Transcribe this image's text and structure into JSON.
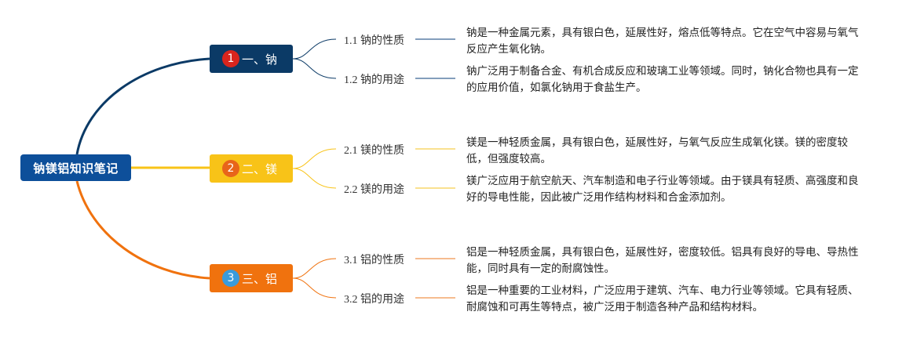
{
  "root": {
    "label": "钠镁铝知识笔记"
  },
  "colors": {
    "root": "#0d4f9a",
    "branch1": "#0b3a66",
    "branch2": "#f8c318",
    "branch3": "#f0720e",
    "badge1": "#d9251d",
    "badge2": "#e8651a",
    "badge3": "#3a9bdc"
  },
  "branches": [
    {
      "number": "1",
      "label": "一、钠",
      "children": [
        {
          "label": "1.1 钠的性质",
          "description": "钠是一种金属元素，具有银白色，延展性好，熔点低等特点。它在空气中容易与氧气反应产生氧化钠。"
        },
        {
          "label": "1.2 钠的用途",
          "description": "钠广泛用于制备合金、有机合成反应和玻璃工业等领域。同时，钠化合物也具有一定的应用价值，如氯化钠用于食盐生产。"
        }
      ]
    },
    {
      "number": "2",
      "label": "二、镁",
      "children": [
        {
          "label": "2.1 镁的性质",
          "description": "镁是一种轻质金属，具有银白色，延展性好，与氧气反应生成氧化镁。镁的密度较低，但强度较高。"
        },
        {
          "label": "2.2 镁的用途",
          "description": "镁广泛应用于航空航天、汽车制造和电子行业等领域。由于镁具有轻质、高强度和良好的导电性能，因此被广泛用作结构材料和合金添加剂。"
        }
      ]
    },
    {
      "number": "3",
      "label": "三、铝",
      "children": [
        {
          "label": "3.1 铝的性质",
          "description": "铝是一种轻质金属，具有银白色，延展性好，密度较低。铝具有良好的导电、导热性能，同时具有一定的耐腐蚀性。"
        },
        {
          "label": "3.2 铝的用途",
          "description": "铝是一种重要的工业材料，广泛应用于建筑、汽车、电力行业等领域。它具有轻质、耐腐蚀和可再生等特点，被广泛用于制造各种产品和结构材料。"
        }
      ]
    }
  ]
}
